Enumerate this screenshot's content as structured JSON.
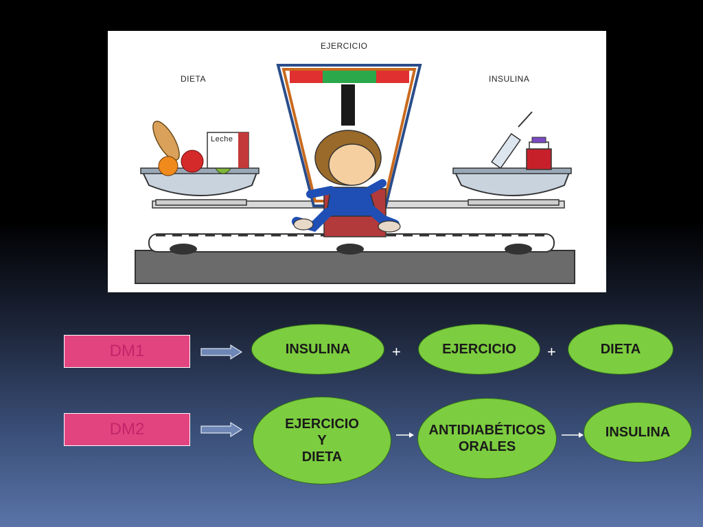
{
  "illustration": {
    "label_top": "EJERCICIO",
    "label_left": "DIETA",
    "label_right": "INSULINA",
    "carton_label": "Leche"
  },
  "dm1": {
    "label": "DM1",
    "steps": [
      "INSULINA",
      "EJERCICIO",
      "DIETA"
    ],
    "connector": "+"
  },
  "dm2": {
    "label": "DM2",
    "step1_lines": [
      "EJERCICIO",
      "Y",
      "DIETA"
    ],
    "step2_lines": [
      "ANTIDIABÉTICOS",
      "ORALES"
    ],
    "step3": "INSULINA"
  },
  "colors": {
    "dm_box": "#e2447f",
    "oval": "#7ccd3f"
  }
}
